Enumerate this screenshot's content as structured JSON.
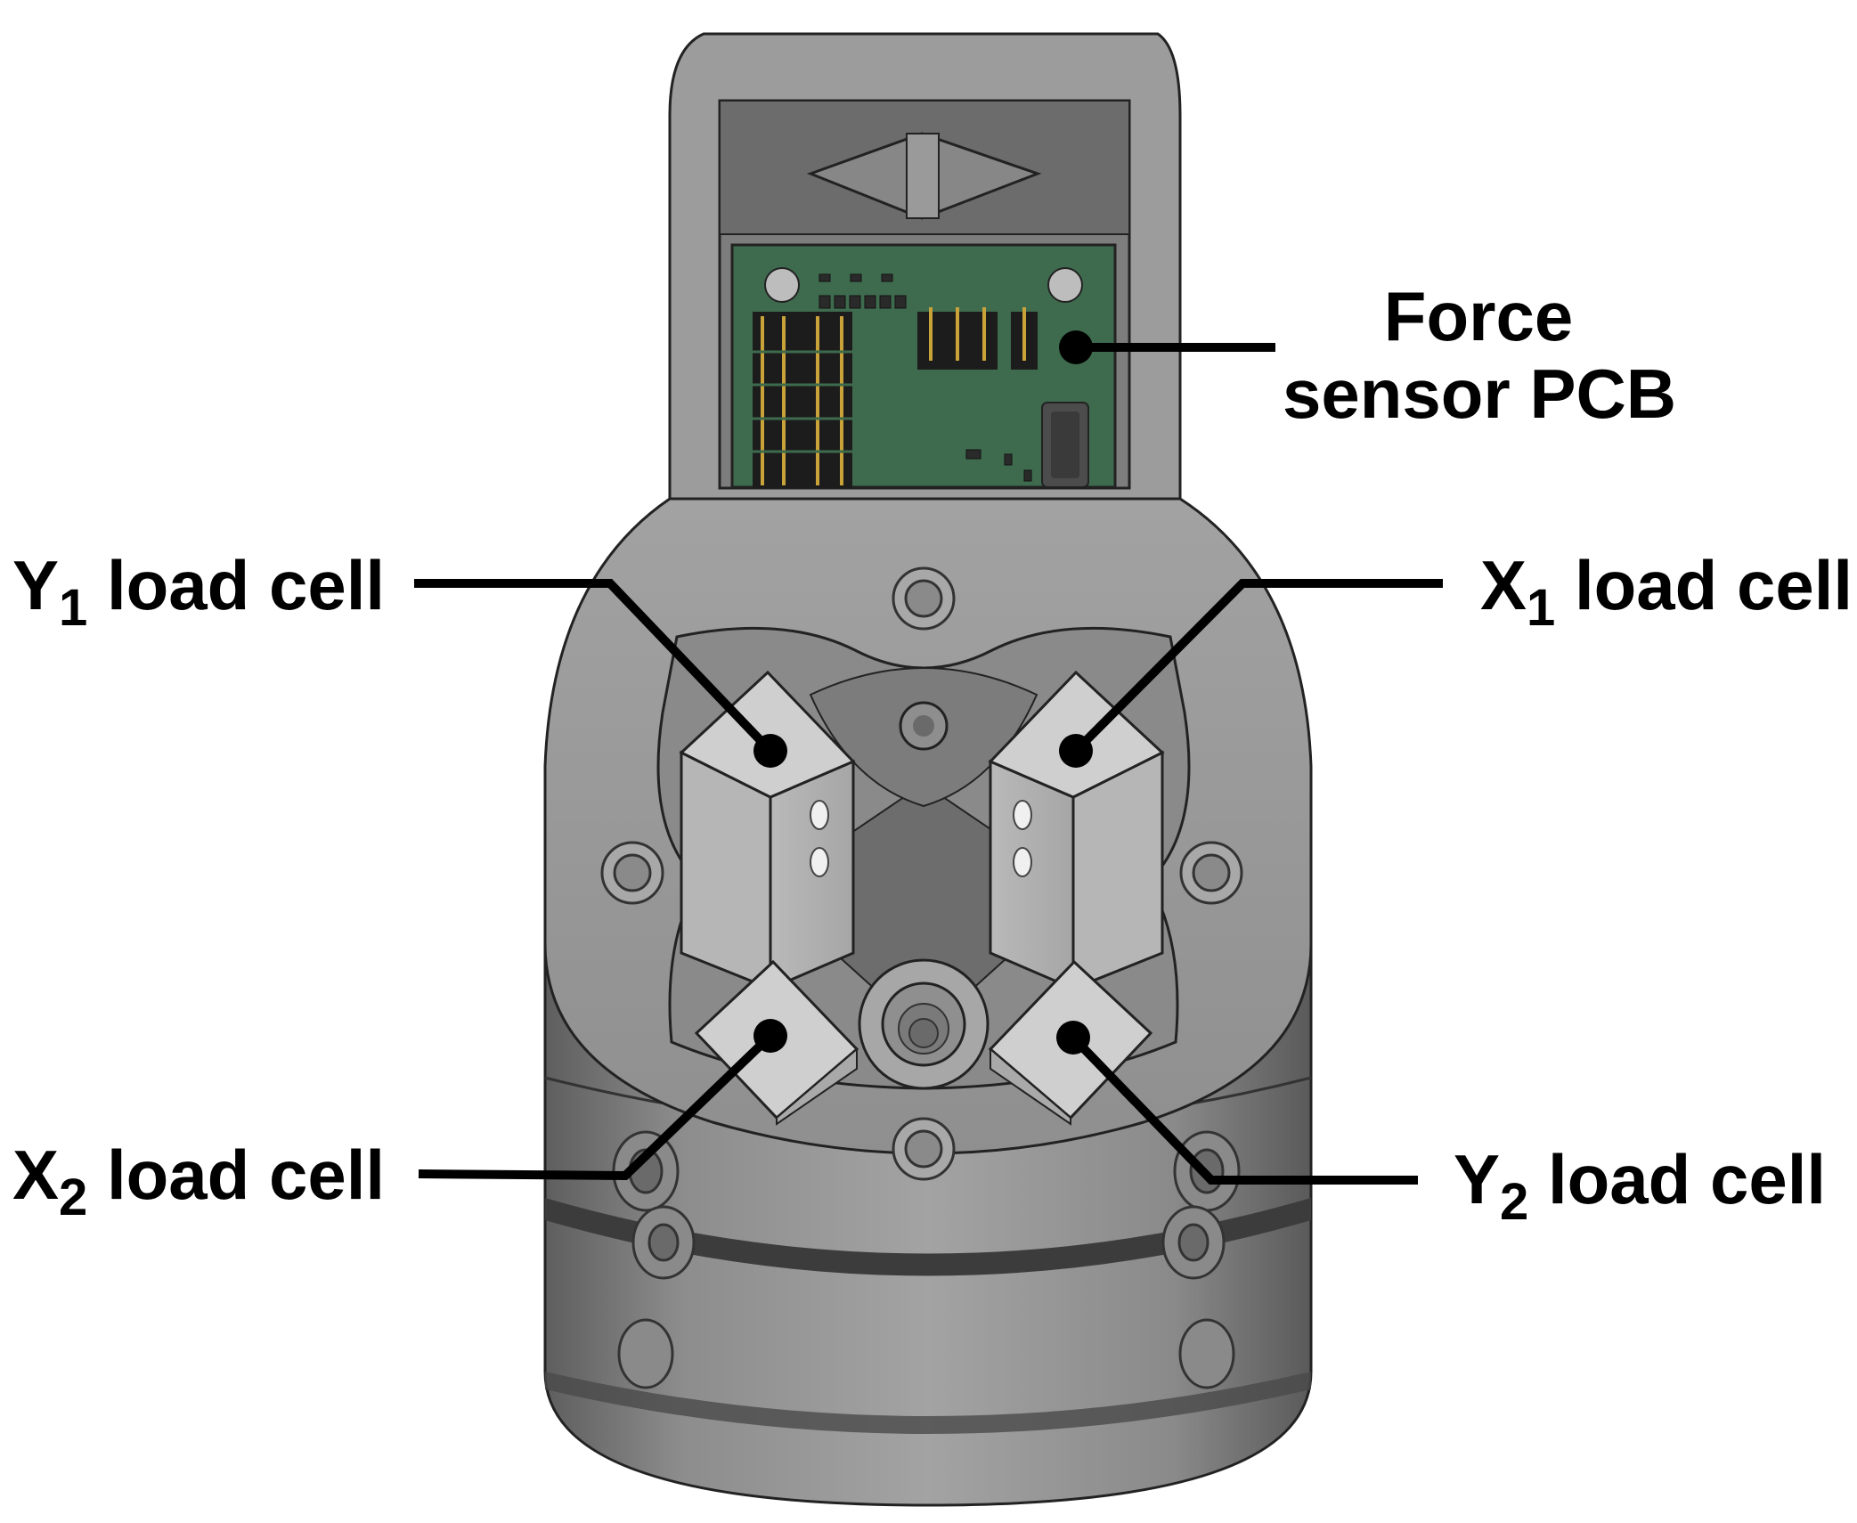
{
  "labels": {
    "force_pcb_line1": "Force",
    "force_pcb_line2": "sensor PCB",
    "y1": {
      "letter": "Y",
      "sub": "1",
      "text": "load cell"
    },
    "x1": {
      "letter": "X",
      "sub": "1",
      "text": "load cell"
    },
    "x2": {
      "letter": "X",
      "sub": "2",
      "text": "load cell"
    },
    "y2": {
      "letter": "Y",
      "sub": "2",
      "text": "load cell"
    }
  },
  "colors": {
    "housing": "#9a9a9a",
    "housing_dark": "#6f6f6f",
    "load_cell_face": "#cfcfcf",
    "pcb_green": "#3e6b4e",
    "leader_line": "#000000"
  }
}
